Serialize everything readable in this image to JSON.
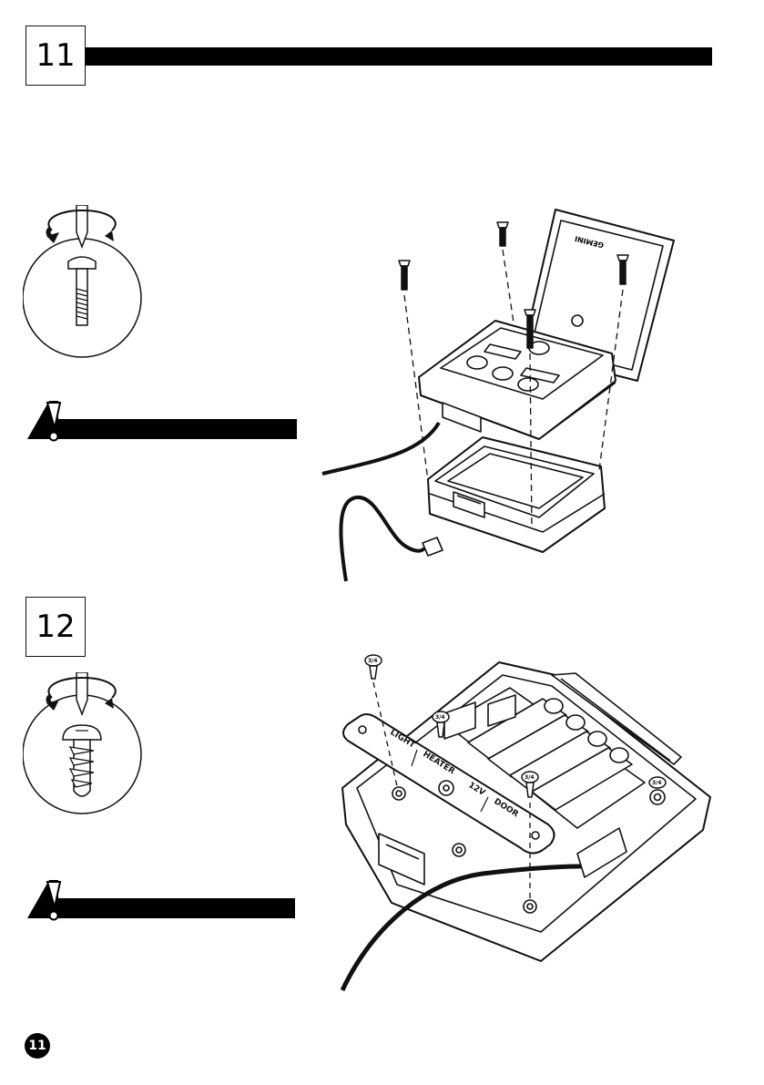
{
  "steps": [
    {
      "number": "11"
    },
    {
      "number": "12"
    }
  ],
  "figures": {
    "step11": {
      "lid_logo_text": "GEMINI"
    },
    "step12": {
      "board_labels": [
        "LIGHT",
        "HEATER",
        "12V",
        "DOOR"
      ],
      "screw_size_labels": [
        "3/4",
        "3/4",
        "3/4",
        "3/4"
      ]
    }
  },
  "icons": {
    "screwdriver_machine_screw": "screwdriver-machine-screw-icon",
    "screwdriver_self_tap_screw": "screwdriver-self-tap-screw-icon",
    "warning": "warning-exclamation-icon"
  },
  "footer": {
    "page_number": "11"
  }
}
